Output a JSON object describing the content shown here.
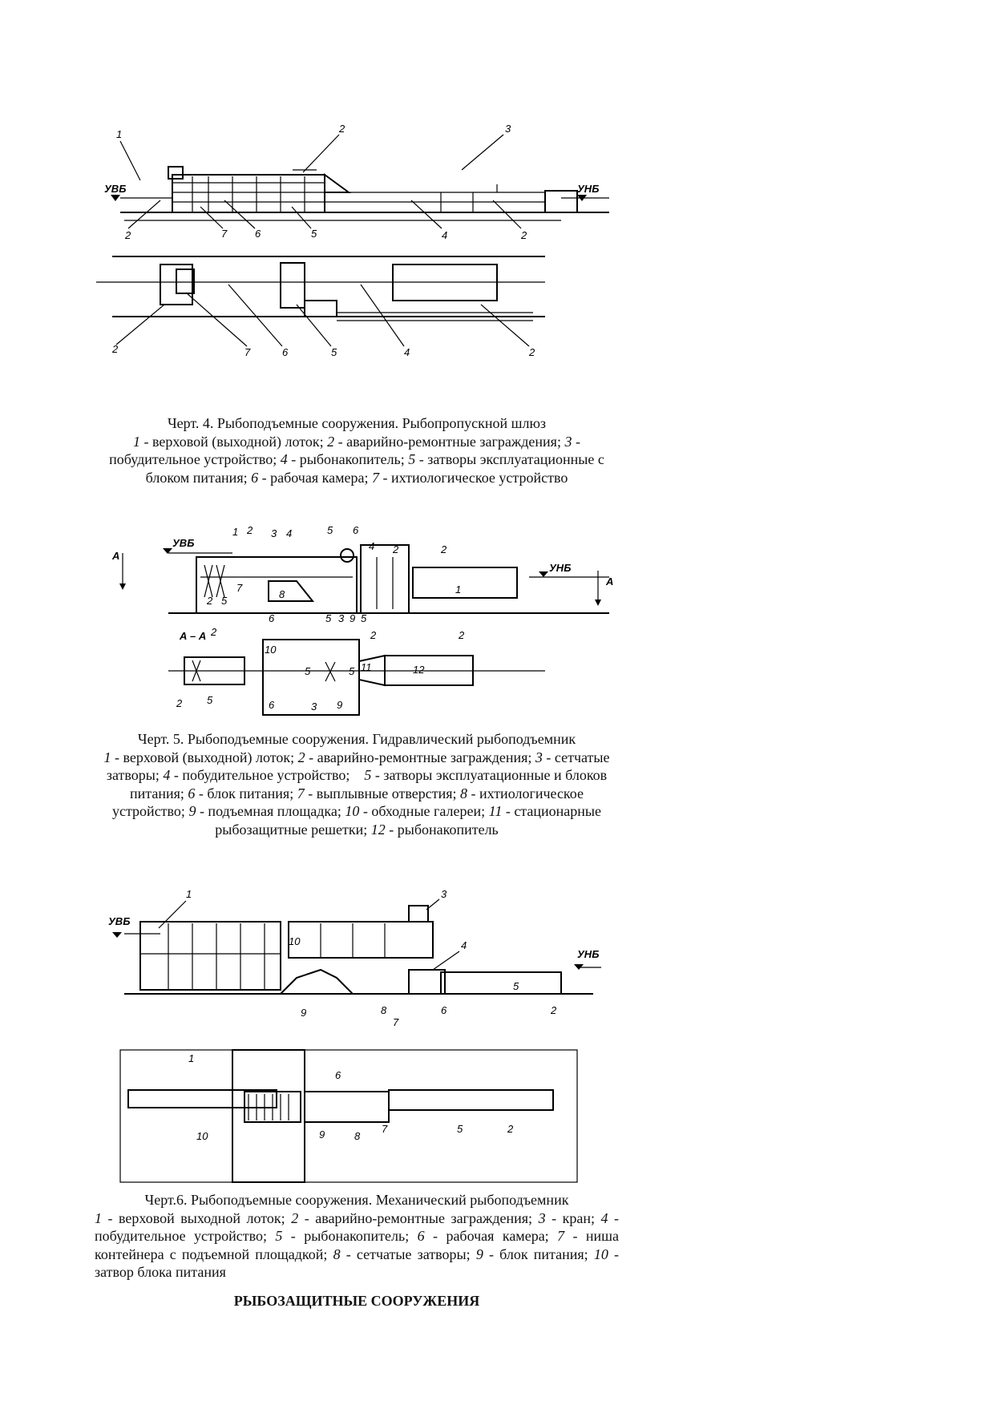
{
  "figure4": {
    "labels": {
      "uvb": "УВБ",
      "unb": "УНБ",
      "n1": "1",
      "n2": "2",
      "n3": "3",
      "n4": "4",
      "n5": "5",
      "n6": "6",
      "n7": "7"
    },
    "title": "Черт. 4. Рыбоподъемные сооружения. Рыбопропускной шлюз",
    "legend": [
      {
        "num": "1",
        "text": " - верховой (выходной) лоток; "
      },
      {
        "num": "2",
        "text": " - аварийно-ремонтные заграждения; "
      },
      {
        "num": "3",
        "text": " - побудительное устройство; "
      },
      {
        "num": "4",
        "text": " - рыбонакопитель; "
      },
      {
        "num": "5",
        "text": " - затворы эксплуатационные с блоком питания; "
      },
      {
        "num": "6",
        "text": " - рабочая камера; "
      },
      {
        "num": "7",
        "text": " - ихтиологическое устройство"
      }
    ]
  },
  "figure5": {
    "labels": {
      "uvb": "УВБ",
      "unb": "УНБ",
      "section_a": "А",
      "section_aa": "А – А",
      "n1": "1",
      "n2": "2",
      "n3": "3",
      "n4": "4",
      "n5": "5",
      "n6": "6",
      "n7": "7",
      "n8": "8",
      "n9": "9",
      "n10": "10",
      "n11": "11",
      "n12": "12"
    },
    "title": "Черт. 5. Рыбоподъемные сооружения. Гидравлический рыбоподъемник",
    "legend": [
      {
        "num": "1",
        "text": " - верховой (выходной) лоток; "
      },
      {
        "num": "2",
        "text": " - аварийно-ремонтные заграждения; "
      },
      {
        "num": "3",
        "text": " - сетчатые затворы; "
      },
      {
        "num": "4",
        "text": " - побудительное устройство;    "
      },
      {
        "num": "5",
        "text": " - затворы эксплуатационные и блоков питания; "
      },
      {
        "num": "6",
        "text": " - блок питания; "
      },
      {
        "num": "7",
        "text": " - выплывные отверстия; "
      },
      {
        "num": "8",
        "text": " - ихтиологическое устройство; "
      },
      {
        "num": "9",
        "text": " - подъемная площадка; "
      },
      {
        "num": "10",
        "text": " - обходные галереи; "
      },
      {
        "num": "11",
        "text": " - стационарные рыбозащитные решетки; "
      },
      {
        "num": "12",
        "text": " - рыбонакопитель"
      }
    ]
  },
  "figure6": {
    "labels": {
      "uvb": "УВБ",
      "unb": "УНБ",
      "n1": "1",
      "n2": "2",
      "n3": "3",
      "n4": "4",
      "n5": "5",
      "n6": "6",
      "n7": "7",
      "n8": "8",
      "n9": "9",
      "n10": "10"
    },
    "title": "Черт.6. Рыбоподъемные сооружения. Механический рыбоподъемник",
    "legend": [
      {
        "num": "1",
        "text": " - верховой выходной лоток; "
      },
      {
        "num": "2",
        "text": " - аварийно-ремонтные заграждения; "
      },
      {
        "num": "3",
        "text": " - кран; "
      },
      {
        "num": "4",
        "text": " - побудительное устройство; "
      },
      {
        "num": "5",
        "text": " - рыбонакопитель; "
      },
      {
        "num": "6",
        "text": " - рабочая камера; "
      },
      {
        "num": "7",
        "text": " - ниша контейнера с подъемной площадкой; "
      },
      {
        "num": "8",
        "text": " - сетчатые затворы; "
      },
      {
        "num": "9",
        "text": " - блок питания; "
      },
      {
        "num": "10",
        "text": " - затвор блока питания"
      }
    ]
  },
  "section_heading": "РЫБОЗАЩИТНЫЕ СООРУЖЕНИЯ"
}
